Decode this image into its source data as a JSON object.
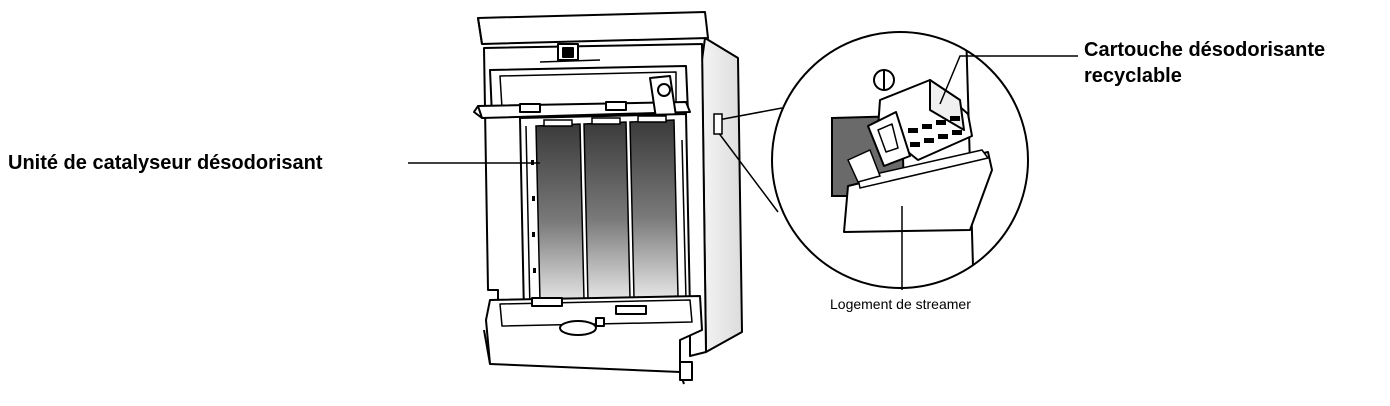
{
  "labels": {
    "catalyst_unit": "Unité de catalyseur désodorisant",
    "cartridge_line1": "Cartouche désodorisante",
    "cartridge_line2": "recyclable",
    "streamer_housing": "Logement de streamer"
  },
  "colors": {
    "line": "#000000",
    "background": "#ffffff",
    "filter_dark": "#3a3a3a",
    "filter_light": "#d8d8d8"
  }
}
